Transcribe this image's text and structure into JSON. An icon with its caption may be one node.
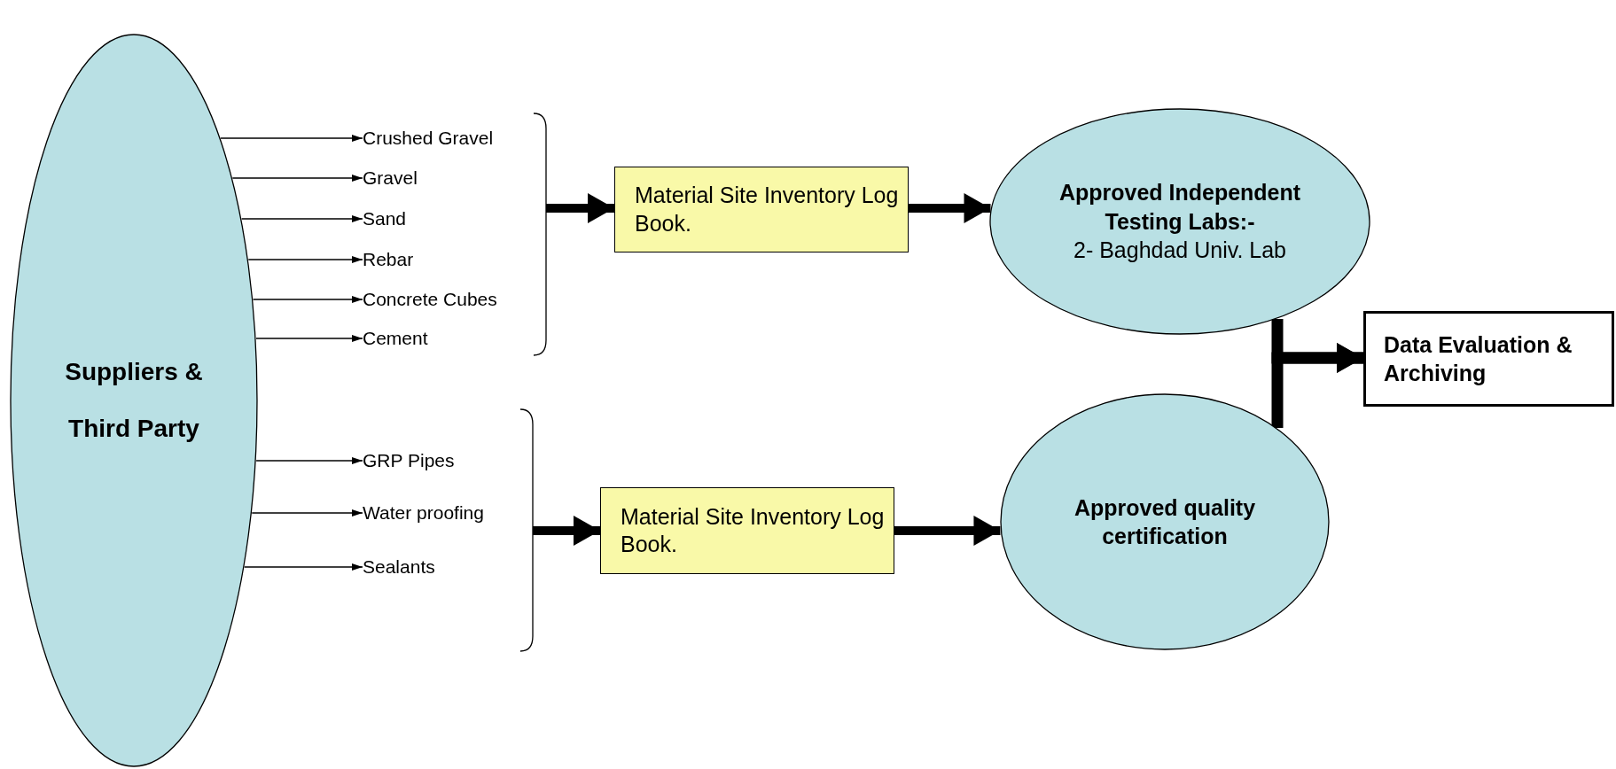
{
  "diagram": {
    "nodes": [
      {
        "text": [
          "Suppliers & Third Party"
        ]
      },
      {
        "text": [
          "Crushed Gravel"
        ]
      },
      {
        "text": [
          "Gravel"
        ]
      },
      {
        "text": [
          "Sand"
        ]
      },
      {
        "text": [
          "Rebar"
        ]
      },
      {
        "text": [
          "Concrete Cubes"
        ]
      },
      {
        "text": [
          "Cement"
        ]
      },
      {
        "text": [
          "GRP Pipes"
        ]
      },
      {
        "text": [
          "Water proofing"
        ]
      },
      {
        "text": [
          "Sealants"
        ]
      },
      {
        "text": [
          "Material Site Inventory Log Book."
        ]
      },
      {
        "text": [
          "Material Site Inventory Log Book."
        ]
      },
      {
        "text": [
          "Approved Independent Testing Labs:-",
          "2- Baghdad Univ. Lab"
        ]
      },
      {
        "text": [
          "Approved quality certification"
        ]
      },
      {
        "text": [
          "Data Evaluation & Archiving"
        ]
      }
    ],
    "edges": [
      {
        "from": 0,
        "to": 1,
        "arrow": "to"
      },
      {
        "from": 0,
        "to": 2,
        "arrow": "to"
      },
      {
        "from": 0,
        "to": 3,
        "arrow": "to"
      },
      {
        "from": 0,
        "to": 4,
        "arrow": "to"
      },
      {
        "from": 0,
        "to": 5,
        "arrow": "to"
      },
      {
        "from": 0,
        "to": 6,
        "arrow": "to"
      },
      {
        "from": 0,
        "to": 7,
        "arrow": "to"
      },
      {
        "from": 0,
        "to": 8,
        "arrow": "to"
      },
      {
        "from": 0,
        "to": 9,
        "arrow": "to"
      },
      {
        "from": null,
        "to": 10,
        "arrow": "to",
        "style": "thick"
      },
      {
        "from": null,
        "to": 11,
        "arrow": "to",
        "style": "thick"
      },
      {
        "from": 10,
        "to": 12,
        "arrow": "to",
        "style": "thick"
      },
      {
        "from": 11,
        "to": 13,
        "arrow": "to",
        "style": "thick"
      },
      {
        "from": 12,
        "to": 14,
        "arrow": "to",
        "style": "thick"
      },
      {
        "from": 13,
        "to": 14,
        "arrow": "to",
        "style": "thick"
      }
    ]
  }
}
